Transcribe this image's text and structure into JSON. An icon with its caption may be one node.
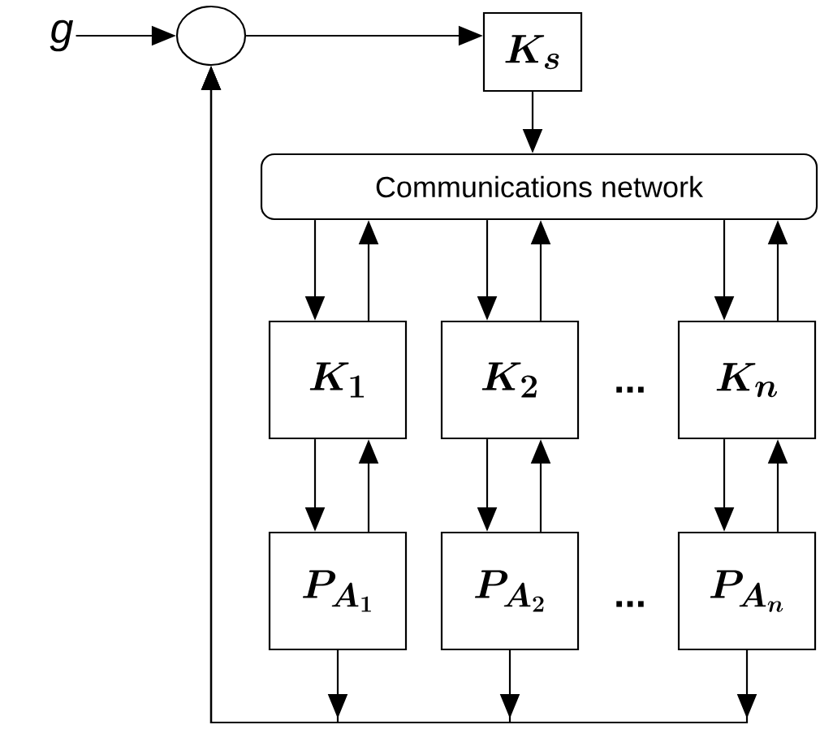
{
  "diagram": {
    "nodes": [
      {
        "text": [
          "g"
        ]
      },
      {
        "text": [],
        "shape": "circle"
      },
      {
        "text": [
          "K_{s}"
        ]
      },
      {
        "text": [
          "Communications network"
        ]
      },
      {
        "text": [
          "K_{1}"
        ]
      },
      {
        "text": [
          "K_{2}"
        ]
      },
      {
        "text": [
          "K_{n}"
        ]
      },
      {
        "text": [
          "P_{A_{1}}"
        ]
      },
      {
        "text": [
          "P_{A_{2}}"
        ]
      },
      {
        "text": [
          "P_{A_{n}}"
        ]
      }
    ],
    "edges": [
      {
        "from": 0,
        "to": 1,
        "arrow": "to"
      },
      {
        "from": 1,
        "to": 2,
        "arrow": "to"
      },
      {
        "from": 2,
        "to": 3,
        "arrow": "to"
      },
      {
        "from": 3,
        "to": 4,
        "arrow": "to"
      },
      {
        "from": 4,
        "to": 3,
        "arrow": "to"
      },
      {
        "from": 3,
        "to": 5,
        "arrow": "to"
      },
      {
        "from": 5,
        "to": 3,
        "arrow": "to"
      },
      {
        "from": 3,
        "to": 6,
        "arrow": "to"
      },
      {
        "from": 6,
        "to": 3,
        "arrow": "to"
      },
      {
        "from": 4,
        "to": 7,
        "arrow": "to"
      },
      {
        "from": 7,
        "to": 4,
        "arrow": "to"
      },
      {
        "from": 5,
        "to": 8,
        "arrow": "to"
      },
      {
        "from": 8,
        "to": 5,
        "arrow": "to"
      },
      {
        "from": 6,
        "to": 9,
        "arrow": "to"
      },
      {
        "from": 9,
        "to": 6,
        "arrow": "to"
      },
      {
        "from": 7,
        "to": 1,
        "arrow": "to"
      },
      {
        "from": 8,
        "to": 1,
        "arrow": "to"
      },
      {
        "from": 9,
        "to": 1,
        "arrow": "to"
      }
    ],
    "labels": [
      "...",
      "..."
    ]
  }
}
